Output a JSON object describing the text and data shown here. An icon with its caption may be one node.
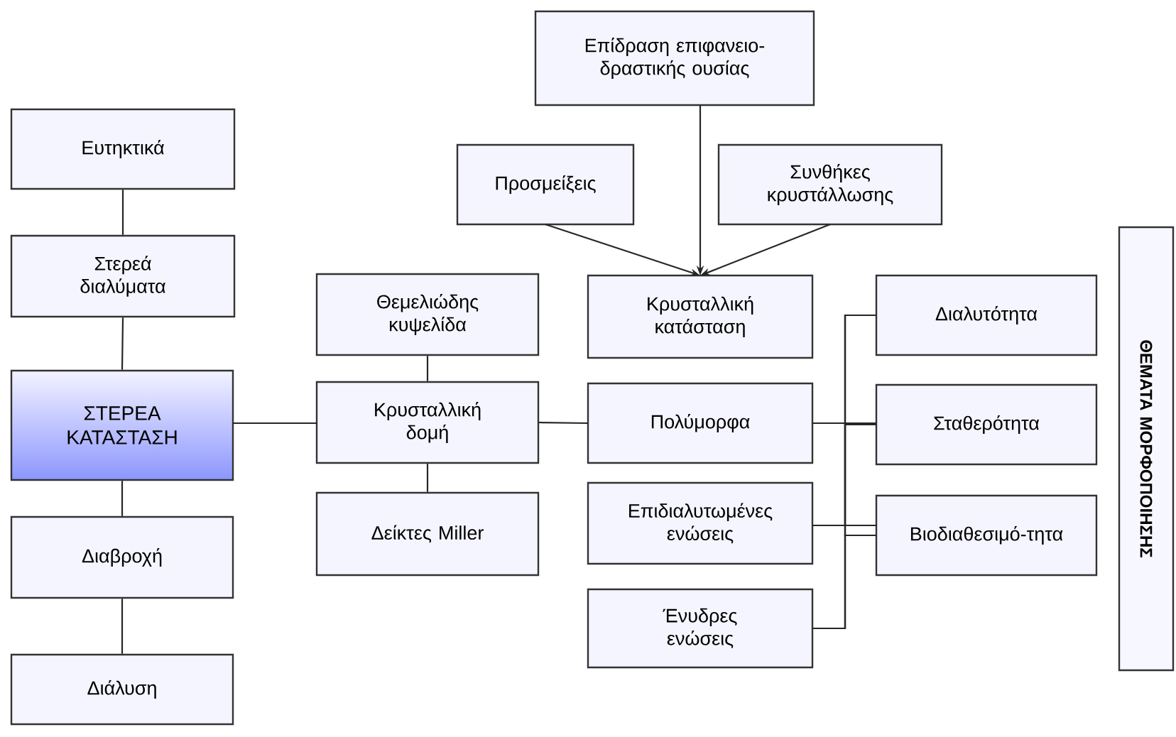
{
  "diagram": {
    "nodes": [
      {
        "text": [
          "Ευτηκτικά"
        ]
      },
      {
        "text": [
          "Στερεά διαλύματα"
        ]
      },
      {
        "text": [
          "ΣΤΕΡΕΑ ΚΑΤΑΣΤΑΣΗ"
        ]
      },
      {
        "text": [
          "Διαβροχή"
        ]
      },
      {
        "text": [
          "Διάλυση"
        ]
      },
      {
        "text": [
          "Θεμελιώδης κυψελίδα"
        ]
      },
      {
        "text": [
          "Κρυσταλλική δομή"
        ]
      },
      {
        "text": [
          "Δείκτες Miller"
        ]
      },
      {
        "text": [
          "Επίδραση επιφανειο-δραστικής ουσίας"
        ]
      },
      {
        "text": [
          "Προσμείξεις"
        ]
      },
      {
        "text": [
          "Συνθήκες κρυστάλλωσης"
        ]
      },
      {
        "text": [
          "Κρυσταλλική κατάσταση"
        ]
      },
      {
        "text": [
          "Πολύμορφα"
        ]
      },
      {
        "text": [
          "Επιδιαλυτωμένες ενώσεις"
        ]
      },
      {
        "text": [
          "Ένυδρες ενώσεις"
        ]
      },
      {
        "text": [
          "Διαλυτότητα"
        ]
      },
      {
        "text": [
          "Σταθερότητα"
        ]
      },
      {
        "text": [
          "Βιοδιαθεσιμό-τητα"
        ]
      },
      {
        "text": [
          "ΘΕΜΑΤΑ ΜΟΡΦΟΠΟΙΗΣΗΣ"
        ]
      }
    ],
    "edges": [
      {
        "from": 0,
        "to": 1,
        "arrow": "none"
      },
      {
        "from": 1,
        "to": 2,
        "arrow": "none"
      },
      {
        "from": 2,
        "to": 3,
        "arrow": "none"
      },
      {
        "from": 3,
        "to": 4,
        "arrow": "none"
      },
      {
        "from": 2,
        "to": 6,
        "arrow": "none"
      },
      {
        "from": 5,
        "to": 6,
        "arrow": "none"
      },
      {
        "from": 6,
        "to": 7,
        "arrow": "none"
      },
      {
        "from": 6,
        "to": 12,
        "arrow": "none"
      },
      {
        "from": 8,
        "to": 11,
        "arrow": "to"
      },
      {
        "from": 9,
        "to": 11,
        "arrow": "to"
      },
      {
        "from": 10,
        "to": 11,
        "arrow": "to"
      },
      {
        "from": 12,
        "to": 15,
        "arrow": "none"
      },
      {
        "from": 12,
        "to": 16,
        "arrow": "none"
      },
      {
        "from": 12,
        "to": 17,
        "arrow": "none"
      },
      {
        "from": 13,
        "to": 15,
        "arrow": "none"
      },
      {
        "from": 13,
        "to": 16,
        "arrow": "none"
      },
      {
        "from": 13,
        "to": 17,
        "arrow": "none"
      },
      {
        "from": 14,
        "to": 15,
        "arrow": "none"
      },
      {
        "from": 14,
        "to": 16,
        "arrow": "none"
      },
      {
        "from": 14,
        "to": 17,
        "arrow": "none"
      }
    ]
  }
}
